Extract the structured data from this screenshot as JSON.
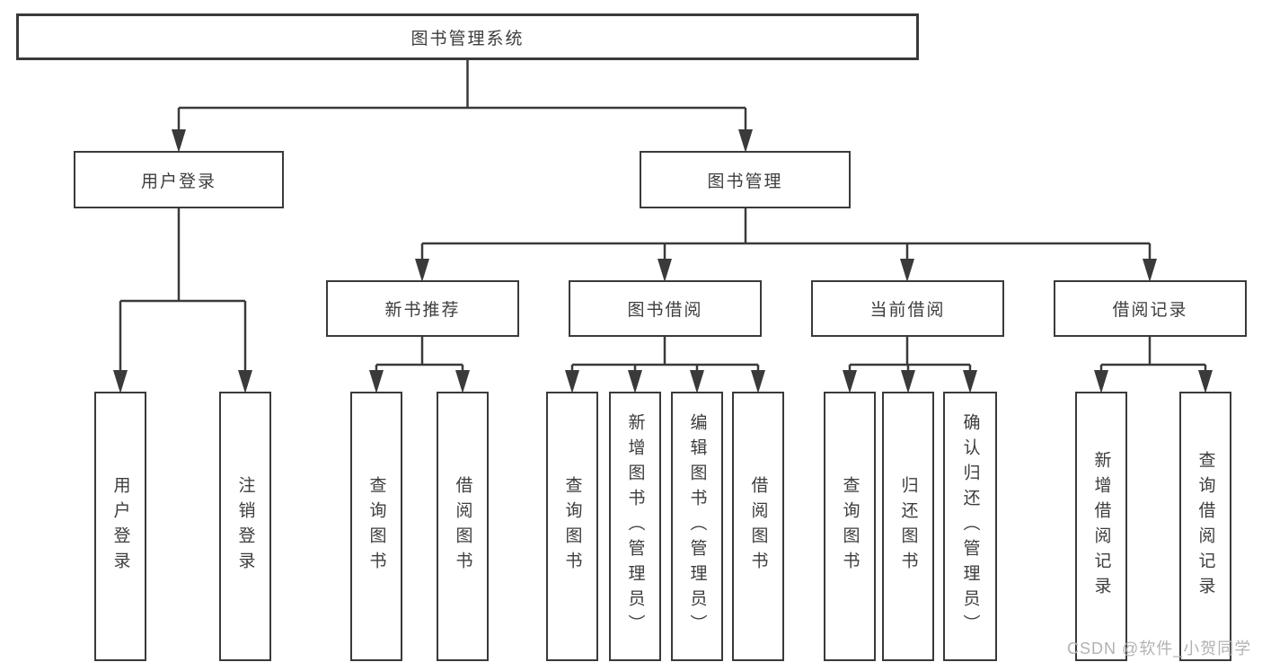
{
  "diagram": {
    "root": "图书管理系统",
    "branches": {
      "login": "用户登录",
      "manage": "图书管理"
    },
    "modules": {
      "newbook": "新书推荐",
      "borrow": "图书借阅",
      "current": "当前借阅",
      "records": "借阅记录"
    },
    "leaves": {
      "login_user": "用户登录",
      "login_logout": "注销登录",
      "newbook_query": "查询图书",
      "newbook_borrow": "借阅图书",
      "borrow_query": "查询图书",
      "borrow_add": "新增图书（管理员）",
      "borrow_edit": "编辑图书（管理员）",
      "borrow_use": "借阅图书",
      "current_query": "查询图书",
      "current_return": "归还图书",
      "current_confirm": "确认归还（管理员）",
      "records_add": "新增借阅记录",
      "records_query": "查询借阅记录"
    }
  },
  "watermark": "CSDN @软件_小贺同学",
  "colors": {
    "line": "#3a3a3a",
    "text": "#3d3d3d",
    "watermark": "#b2b2b2"
  }
}
